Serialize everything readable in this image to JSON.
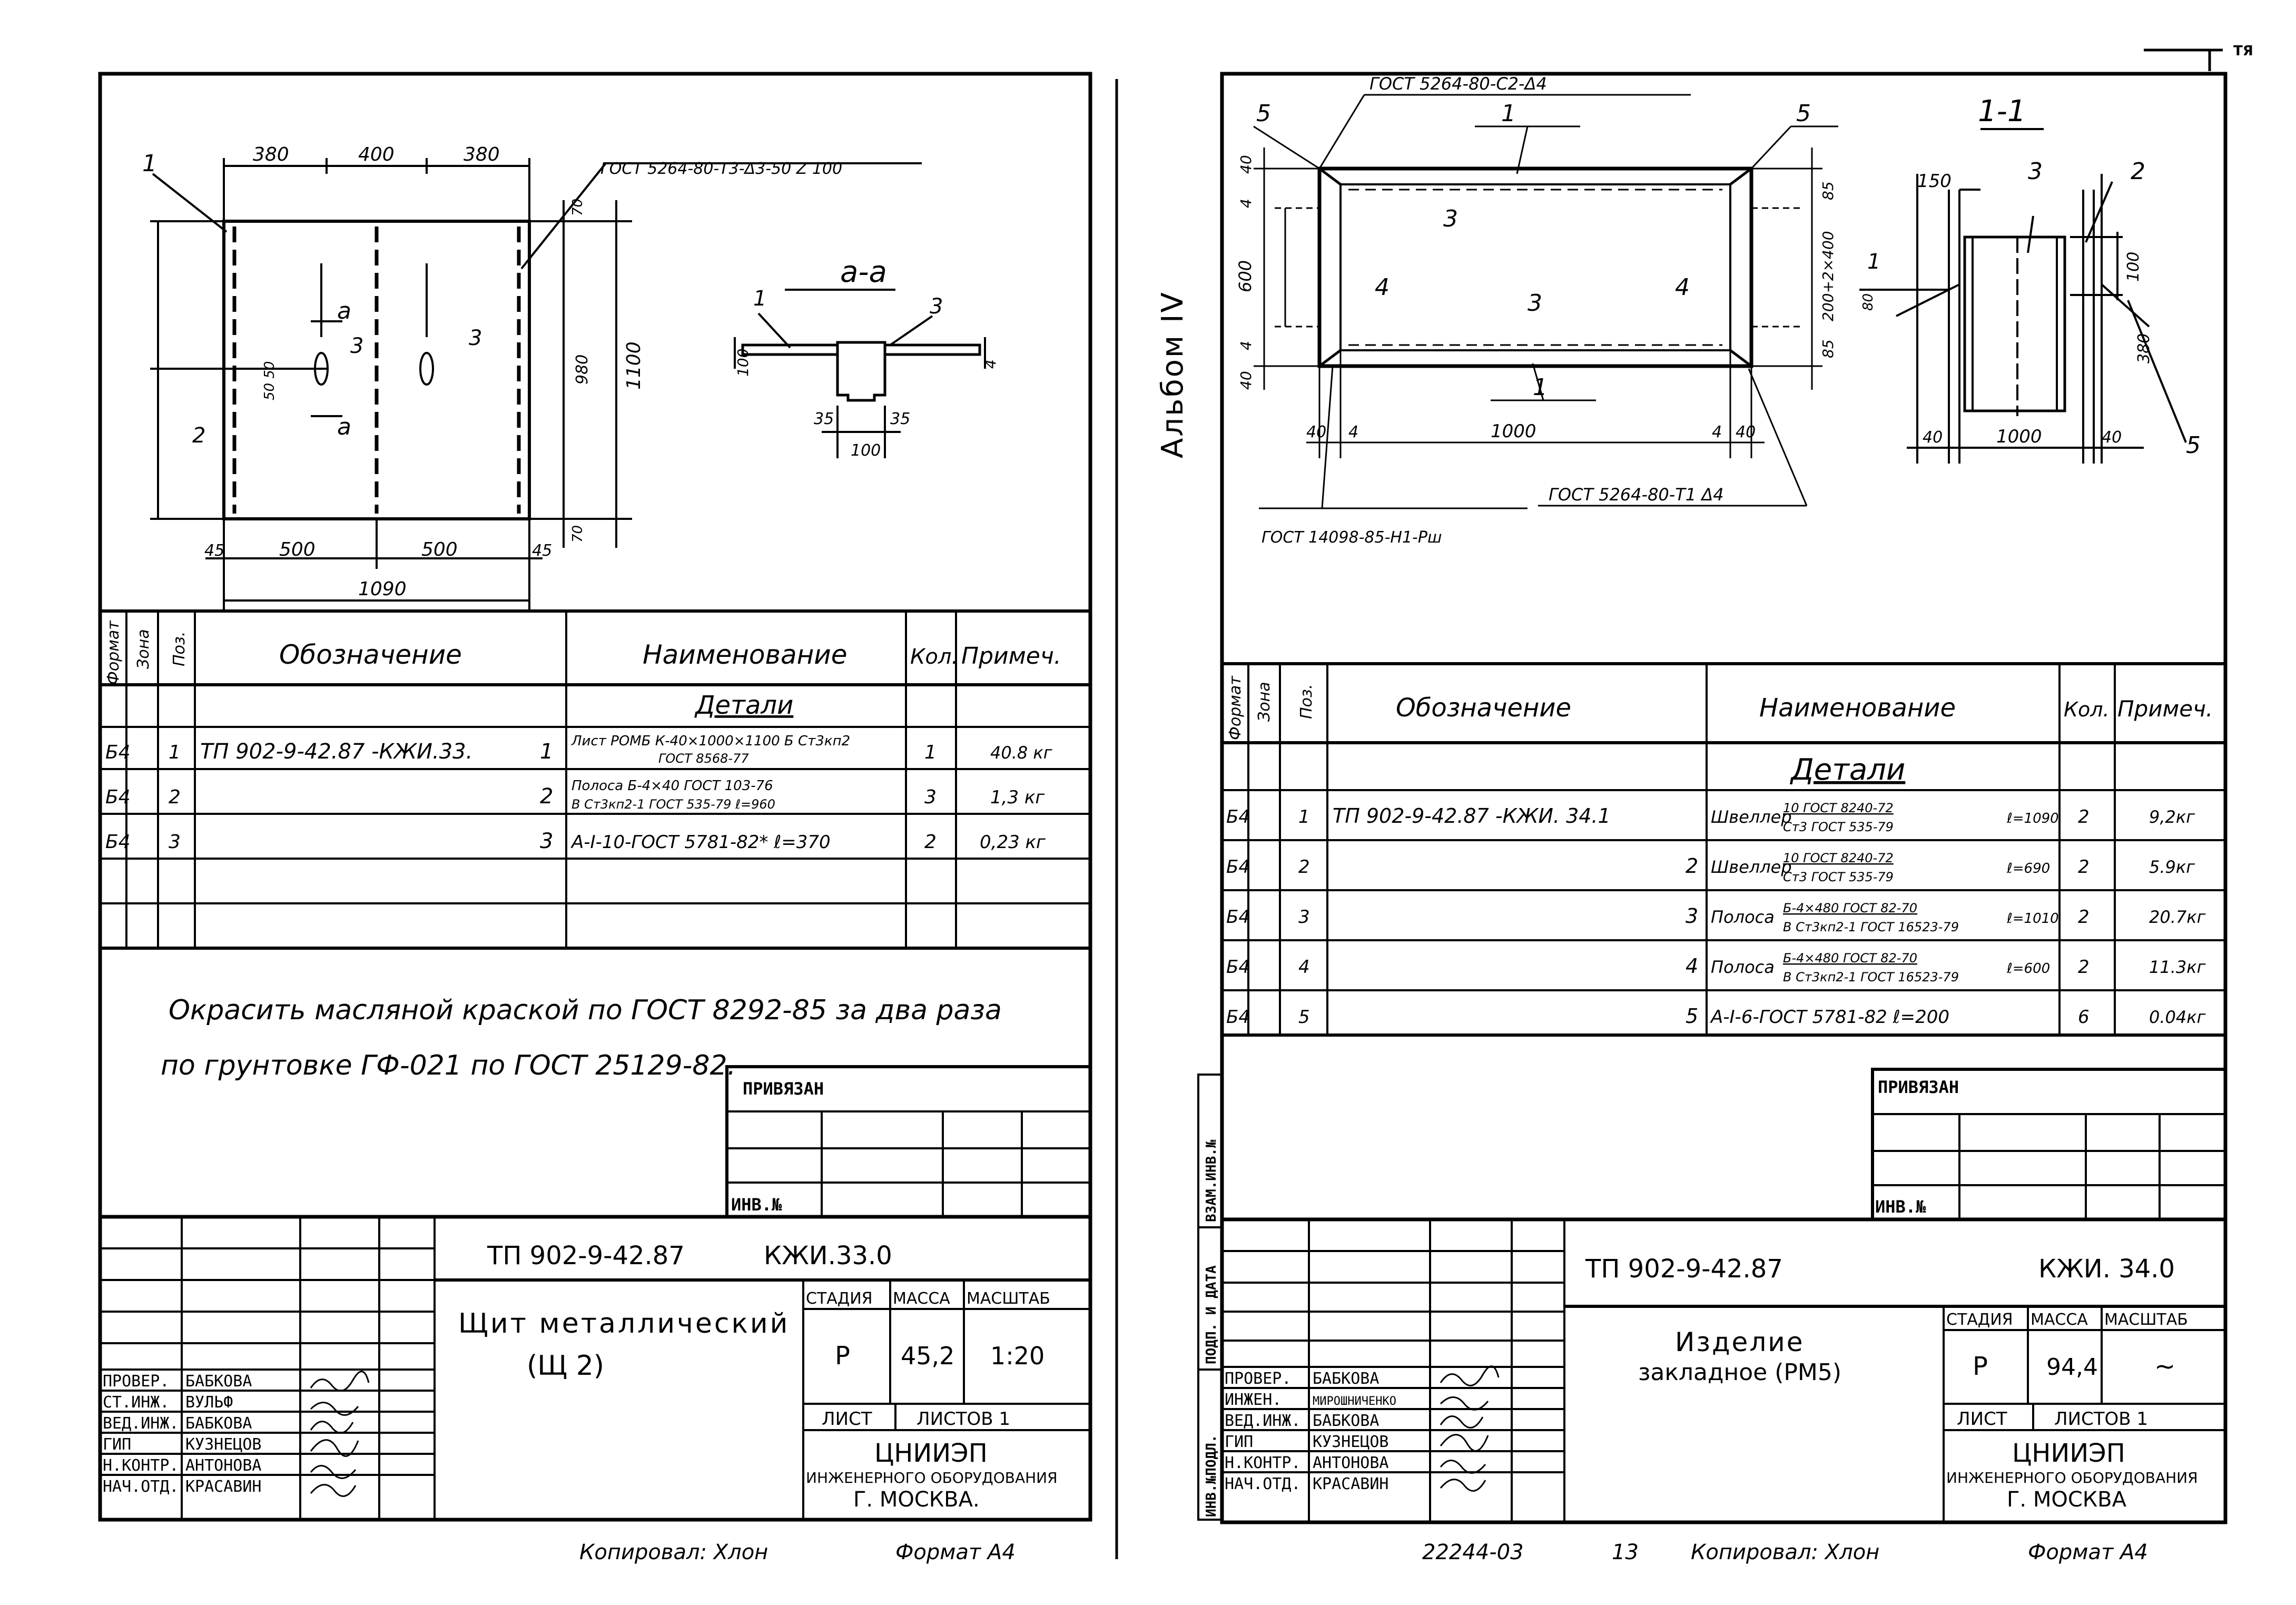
{
  "corner_mark": "ТЯ",
  "left": {
    "gost_weld": "ГОСТ 5264-80-Т3-Δ3-50 Z 100",
    "dims": {
      "top": [
        "380",
        "400",
        "380"
      ],
      "bottom": [
        "45",
        "500",
        "500",
        "45"
      ],
      "total_width": "1090",
      "right_outer": "1100",
      "right_inner": "980",
      "right_top": "70",
      "right_bottom": "70",
      "small_pair": "50 50"
    },
    "pos_labels": [
      "1",
      "2",
      "3",
      "3"
    ],
    "section_mark": "а",
    "section_title": "а-а",
    "section": {
      "pos1": "1",
      "pos3": "3",
      "left_dim": "100",
      "right_dim": "4",
      "dim_35_left": "35",
      "dim_35_right": "35",
      "dim_100": "100"
    },
    "spec": {
      "headers": [
        "Формат",
        "Зона",
        "Поз.",
        "Обозначение",
        "Наименование",
        "Кол.",
        "Примеч."
      ],
      "group": "Детали",
      "rows": [
        {
          "fmt": "Б4",
          "zone": "",
          "pos": "1",
          "doc": "ТП 902-9-42.87 -КЖИ.33.",
          "docnum": "1",
          "name_a": "Лист РОМБ К-40×1000×1100 Б Ст3кп2",
          "name_b": "ГОСТ 8568-77",
          "qty": "1",
          "note": "40.8 кг"
        },
        {
          "fmt": "Б4",
          "zone": "",
          "pos": "2",
          "doc": "",
          "docnum": "2",
          "name_a": "Полоса Б-4×40 ГОСТ 103-76",
          "name_b": "В Ст3кп2-1 ГОСТ 535-79  ℓ=960",
          "qty": "3",
          "note": "1,3 кг"
        },
        {
          "fmt": "Б4",
          "zone": "",
          "pos": "3",
          "doc": "",
          "docnum": "3",
          "name_a": "А-I-10-ГОСТ 5781-82*  ℓ=370",
          "name_b": "",
          "qty": "2",
          "note": "0,23 кг"
        }
      ]
    },
    "note_line1": "Окрасить масляной краской по ГОСТ 8292-85 за два раза",
    "note_line2": "по грунтовке ГФ-021 по ГОСТ 25129-82.",
    "privyazan": "ПРИВЯЗАН",
    "inv": "ИНВ.№",
    "title_block": {
      "doc": "ТП 902-9-42.87",
      "code": "КЖИ.33.0",
      "name1": "Щит металлический",
      "name2": "(Щ 2)",
      "h_stage": "СТАДИЯ",
      "h_mass": "МАССА",
      "h_scale": "МАСШТАБ",
      "stage": "Р",
      "mass": "45,2",
      "scale": "1:20",
      "sheet": "ЛИСТ",
      "sheets": "ЛИСТОВ 1",
      "org1": "ЦНИИЭП",
      "org2": "ИНЖЕНЕРНОГО ОБОРУДОВАНИЯ",
      "org3": "Г. МОСКВА.",
      "roles": [
        "ПРОВЕР.",
        "СТ.ИНЖ.",
        "ВЕД.ИНЖ.",
        "ГИП",
        "Н.КОНТР.",
        "НАЧ.ОТД."
      ],
      "names": [
        "БАБКОВА",
        "ВУЛЬФ",
        "БАБКОВА",
        "КУЗНЕЦОВ",
        "АНТОНОВА",
        "КРАСАВИН"
      ]
    },
    "copied": "Копировал: Хлон",
    "format": "Формат А4"
  },
  "album": "Альбом IV",
  "side_stamp": [
    "ИНВ.№ПОДЛ.",
    "ПОДП. И ДАТА",
    "ВЗАМ.ИНВ.№"
  ],
  "right": {
    "gost_top": "ГОСТ 5264-80-С2-Δ4",
    "gost_bottom_right": "ГОСТ 5264-80-Т1 Δ4",
    "gost_bottom_left": "ГОСТ 14098-85-Н1-Рш",
    "dims": {
      "left_top": [
        "40",
        "4"
      ],
      "left_mid": "600",
      "left_bottom": [
        "4",
        "40"
      ],
      "right_a": "85",
      "right_mid": "200+2×400",
      "right_b": "85",
      "bottom": [
        "40",
        "4",
        "1000",
        "4",
        "40"
      ]
    },
    "pos_labels": [
      "5",
      "1",
      "3",
      "4",
      "3",
      "4",
      "1",
      "5"
    ],
    "section_title": "1-1",
    "section": {
      "dim_150": "150",
      "pos3": "3",
      "pos2": "2",
      "dim_80": "80",
      "dim_100": "100",
      "dim_380": "380",
      "b_40a": "40",
      "b_1000": "1000",
      "b_40b": "40",
      "pos5": "5",
      "mark": "1"
    },
    "spec": {
      "headers": [
        "Формат",
        "Зона",
        "Поз.",
        "Обозначение",
        "Наименование",
        "Кол.",
        "Примеч."
      ],
      "group": "Детали",
      "rows": [
        {
          "fmt": "Б4",
          "pos": "1",
          "doc": "ТП 902-9-42.87 -КЖИ. 34.1",
          "docnum": "",
          "name_a": "Швеллер",
          "frac_top": "10 ГОСТ 8240-72",
          "frac_bot": "Ст3 ГОСТ 535-79",
          "tail": "ℓ=1090",
          "qty": "2",
          "note": "9,2кг"
        },
        {
          "fmt": "Б4",
          "pos": "2",
          "doc": "",
          "docnum": "2",
          "name_a": "Швеллер",
          "frac_top": "10 ГОСТ 8240-72",
          "frac_bot": "Ст3 ГОСТ 535-79",
          "tail": "ℓ=690",
          "qty": "2",
          "note": "5.9кг"
        },
        {
          "fmt": "Б4",
          "pos": "3",
          "doc": "",
          "docnum": "3",
          "name_a": "Полоса",
          "frac_top": "Б-4×480 ГОСТ 82-70",
          "frac_bot": "В Ст3кп2-1 ГОСТ 16523-79",
          "tail": "ℓ=1010",
          "qty": "2",
          "note": "20.7кг"
        },
        {
          "fmt": "Б4",
          "pos": "4",
          "doc": "",
          "docnum": "4",
          "name_a": "Полоса",
          "frac_top": "Б-4×480 ГОСТ 82-70",
          "frac_bot": "В Ст3кп2-1 ГОСТ 16523-79",
          "tail": "ℓ=600",
          "qty": "2",
          "note": "11.3кг"
        },
        {
          "fmt": "Б4",
          "pos": "5",
          "doc": "",
          "docnum": "5",
          "name_a": "А-I-6-ГОСТ 5781-82 ℓ=200",
          "frac_top": "",
          "frac_bot": "",
          "tail": "",
          "qty": "6",
          "note": "0.04кг"
        }
      ]
    },
    "privyazan": "ПРИВЯЗАН",
    "inv": "ИНВ.№",
    "title_block": {
      "doc": "ТП 902-9-42.87",
      "code": "КЖИ. 34.0",
      "name1": "Изделие",
      "name2": "закладное (РМ5)",
      "h_stage": "СТАДИЯ",
      "h_mass": "МАССА",
      "h_scale": "МАСШТАБ",
      "stage": "Р",
      "mass": "94,4",
      "scale": "~",
      "sheet": "ЛИСТ",
      "sheets": "ЛИСТОВ 1",
      "org1": "ЦНИИЭП",
      "org2": "ИНЖЕНЕРНОГО ОБОРУДОВАНИЯ",
      "org3": "Г. МОСКВА",
      "roles": [
        "ПРОВЕР.",
        "ИНЖЕН.",
        "ВЕД.ИНЖ.",
        "ГИП",
        "Н.КОНТР.",
        "НАЧ.ОТД."
      ],
      "names": [
        "БАБКОВА",
        "МИРОШНИЧЕНКО",
        "БАБКОВА",
        "КУЗНЕЦОВ",
        "АНТОНОВА",
        "КРАСАВИН"
      ]
    },
    "footer_num": "22244-03",
    "footer_page": "13",
    "copied": "Копировал: Хлон",
    "format": "Формат А4"
  }
}
